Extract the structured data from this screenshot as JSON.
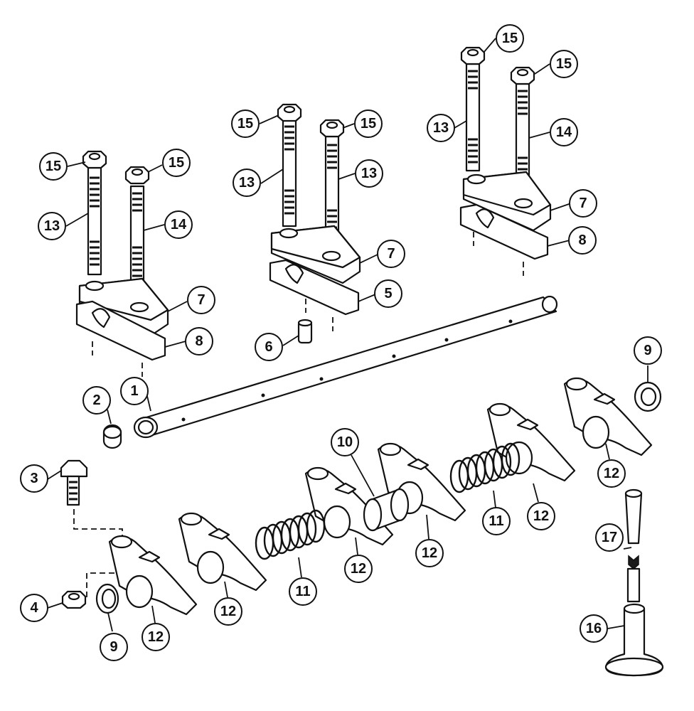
{
  "callouts": [
    {
      "id": "c1",
      "label": "1"
    },
    {
      "id": "c2",
      "label": "2"
    },
    {
      "id": "c3",
      "label": "3"
    },
    {
      "id": "c4",
      "label": "4"
    },
    {
      "id": "c5",
      "label": "5"
    },
    {
      "id": "c6",
      "label": "6"
    },
    {
      "id": "c7a",
      "label": "7"
    },
    {
      "id": "c7b",
      "label": "7"
    },
    {
      "id": "c7c",
      "label": "7"
    },
    {
      "id": "c8a",
      "label": "8"
    },
    {
      "id": "c8b",
      "label": "8"
    },
    {
      "id": "c9a",
      "label": "9"
    },
    {
      "id": "c9b",
      "label": "9"
    },
    {
      "id": "c10",
      "label": "10"
    },
    {
      "id": "c11a",
      "label": "11"
    },
    {
      "id": "c11b",
      "label": "11"
    },
    {
      "id": "c12a",
      "label": "12"
    },
    {
      "id": "c12b",
      "label": "12"
    },
    {
      "id": "c12c",
      "label": "12"
    },
    {
      "id": "c12d",
      "label": "12"
    },
    {
      "id": "c12e",
      "label": "12"
    },
    {
      "id": "c12f",
      "label": "12"
    },
    {
      "id": "c13a",
      "label": "13"
    },
    {
      "id": "c13b",
      "label": "13"
    },
    {
      "id": "c13c",
      "label": "13"
    },
    {
      "id": "c13d",
      "label": "13"
    },
    {
      "id": "c14a",
      "label": "14"
    },
    {
      "id": "c14b",
      "label": "14"
    },
    {
      "id": "c15a",
      "label": "15"
    },
    {
      "id": "c15b",
      "label": "15"
    },
    {
      "id": "c15c",
      "label": "15"
    },
    {
      "id": "c15d",
      "label": "15"
    },
    {
      "id": "c15e",
      "label": "15"
    },
    {
      "id": "c15f",
      "label": "15"
    },
    {
      "id": "c16",
      "label": "16"
    },
    {
      "id": "c17",
      "label": "17"
    }
  ]
}
